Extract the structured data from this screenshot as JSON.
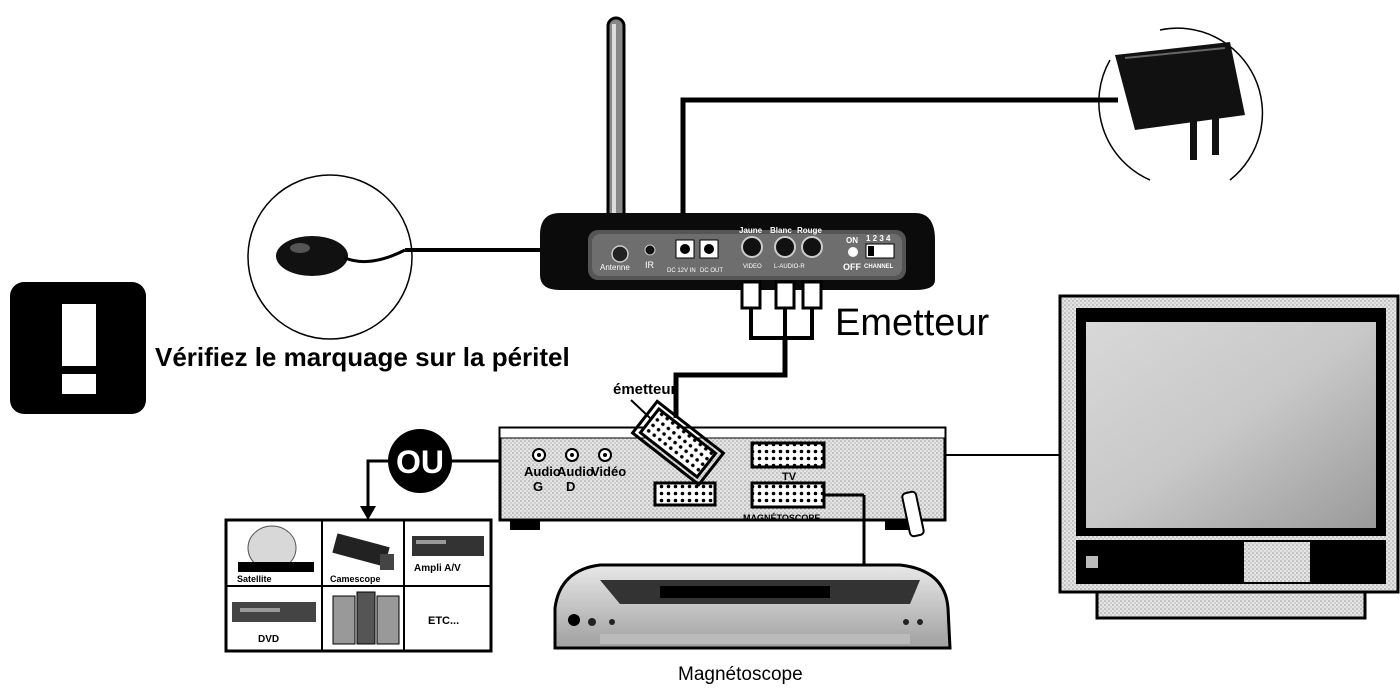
{
  "warning": {
    "text": "Vérifiez le marquage sur la péritel",
    "symbol": "!"
  },
  "transmitter": {
    "title": "Emetteur",
    "antenna_label": "Antenne",
    "ir_label": "IR",
    "dc_in_label": "DC 12V IN",
    "dc_out_label": "DC OUT",
    "jack_yellow": "Jaune",
    "jack_white": "Blanc",
    "jack_red": "Rouge",
    "video_label": "VIDEO",
    "audio_label": "L-AUDIO-R",
    "on_label": "ON",
    "off_label": "OFF",
    "channels": "1 2 3 4",
    "channel_label": "CHANNEL"
  },
  "scart": {
    "emitter_label": "émetteur"
  },
  "adapter": {
    "audio_g_1": "Audio",
    "audio_g_2": "G",
    "audio_d_1": "Audio",
    "audio_d_2": "D",
    "video": "Vidéo",
    "tv_label": "TV",
    "vcr_label": "MAGNÉTOSCOPE"
  },
  "or_badge": "OU",
  "sources": [
    "Satellite",
    "Camescope",
    "Ampli A/V",
    "DVD",
    "",
    "ETC..."
  ],
  "vcr_caption": "Magnétoscope"
}
